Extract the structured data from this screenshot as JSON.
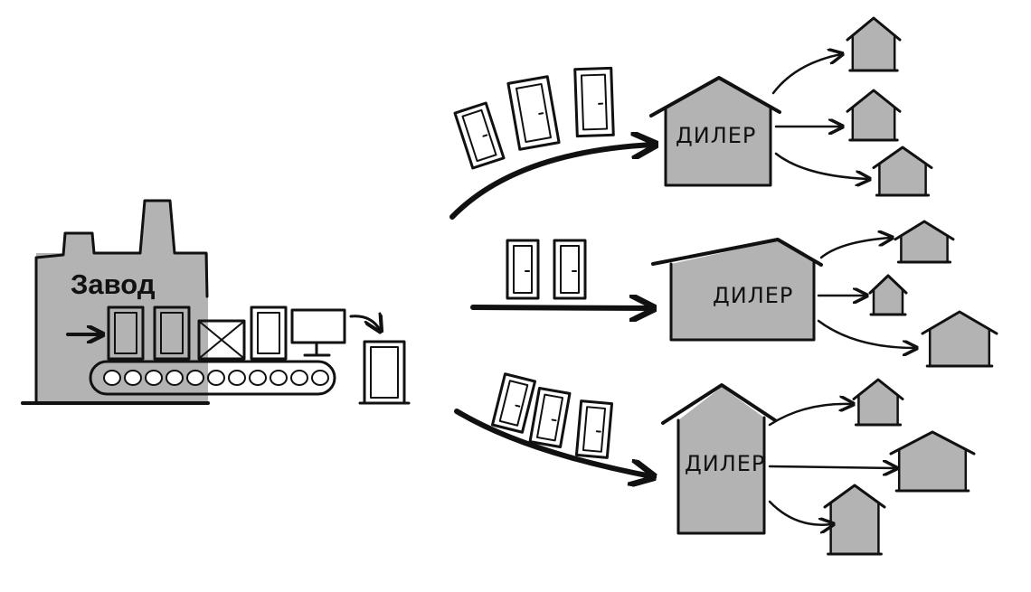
{
  "factory": {
    "label": "Завод"
  },
  "dealers": [
    {
      "label": "ДИЛЕР"
    },
    {
      "label": "ДИЛЕР"
    },
    {
      "label": "ДИЛЕР"
    }
  ],
  "colors": {
    "building_fill": "#b3b3b3",
    "door_red": "#d4131a",
    "ink": "#111111",
    "background": "#ffffff"
  },
  "icons": [
    "factory-icon",
    "conveyor-icon",
    "door-icon",
    "crate-icon",
    "monitor-icon",
    "dealer-house-icon",
    "retail-house-icon",
    "arrow-icon"
  ]
}
